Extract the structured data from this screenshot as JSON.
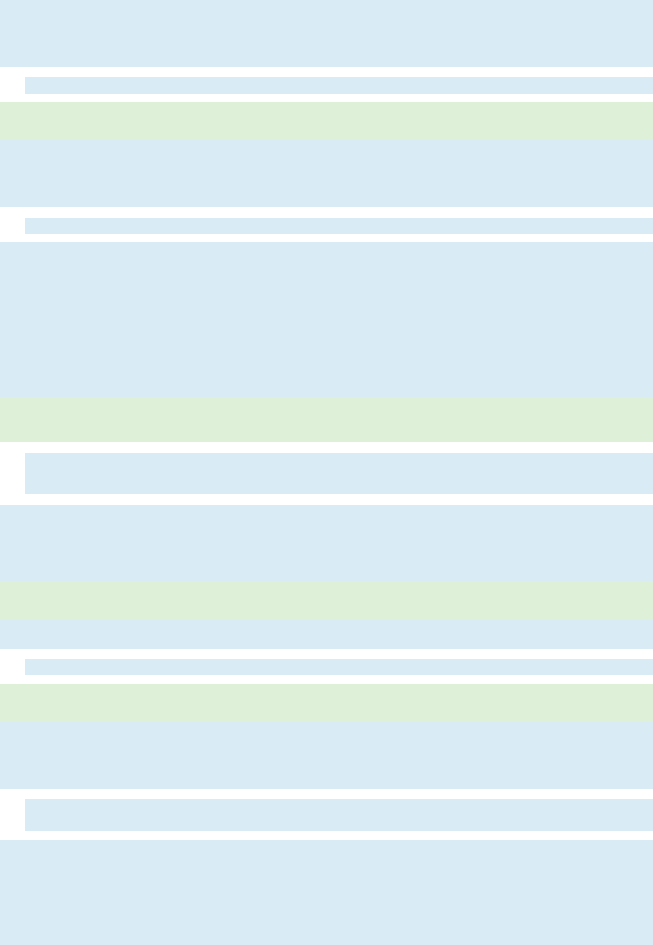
{
  "palette": {
    "background": "#ffffff",
    "blue_block": "#d9ecf5",
    "green_block": "#dff0d8"
  },
  "blocks": [
    {
      "name": "blue-block-1",
      "kind": "blue"
    },
    {
      "name": "blue-indented-block-1",
      "kind": "blue"
    },
    {
      "name": "green-block-1",
      "kind": "green"
    },
    {
      "name": "blue-block-2",
      "kind": "blue"
    },
    {
      "name": "blue-indented-block-2",
      "kind": "blue"
    },
    {
      "name": "blue-block-3",
      "kind": "blue"
    },
    {
      "name": "green-block-2",
      "kind": "green"
    },
    {
      "name": "blue-indented-block-3",
      "kind": "blue"
    },
    {
      "name": "blue-block-4",
      "kind": "blue"
    },
    {
      "name": "green-block-3",
      "kind": "green"
    },
    {
      "name": "blue-block-5",
      "kind": "blue"
    },
    {
      "name": "blue-indented-block-4",
      "kind": "blue"
    },
    {
      "name": "green-block-4",
      "kind": "green"
    },
    {
      "name": "blue-block-6",
      "kind": "blue"
    },
    {
      "name": "blue-indented-block-5",
      "kind": "blue"
    },
    {
      "name": "blue-block-7",
      "kind": "blue"
    }
  ]
}
